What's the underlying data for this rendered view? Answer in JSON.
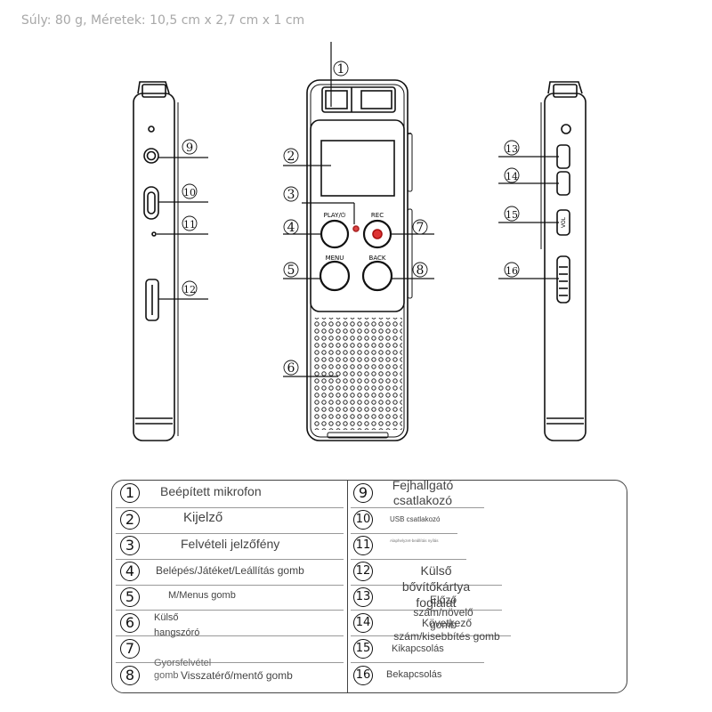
{
  "spec_text": "Súly: 80 g, Méretek: 10,5 cm x 2,7 cm x 1 cm",
  "callouts": [
    "1",
    "2",
    "3",
    "4",
    "5",
    "6",
    "7",
    "8",
    "9",
    "10",
    "11",
    "12",
    "13",
    "14",
    "15",
    "16"
  ],
  "device_labels": {
    "play": "PLAY/⏻",
    "rec": "REC",
    "menu": "MENU",
    "back": "BACK",
    "vol": "VOL"
  },
  "legend": {
    "left": [
      {
        "n": "1",
        "text": "Beépített mikrofon"
      },
      {
        "n": "2",
        "text": "Kijelző"
      },
      {
        "n": "3",
        "text": "Felvételi jelzőfény"
      },
      {
        "n": "4",
        "text": "Belépés/Játéket/Leállítás gomb"
      },
      {
        "n": "5",
        "text": "M/Menus gomb"
      },
      {
        "n": "6",
        "text": "Külső hangszóró"
      },
      {
        "n": "7",
        "text": "Gyorsfelvétel gomb"
      },
      {
        "n": "8",
        "text": "Visszatérő/mentő gomb"
      }
    ],
    "right": [
      {
        "n": "9",
        "text": "Fejhallgató csatlakozó"
      },
      {
        "n": "10",
        "text": "USB csatlakozó"
      },
      {
        "n": "11",
        "text": "Alaphelyzet-beállítás nyílás"
      },
      {
        "n": "12",
        "text": "Külső bővítőkártya foglalat"
      },
      {
        "n": "13",
        "text": "Előző szám/növelő gomb"
      },
      {
        "n": "14",
        "text": "Következő szám/kisebbítés gomb"
      },
      {
        "n": "15",
        "text": "Kikapcsolás"
      },
      {
        "n": "16",
        "text": "Bekapcsolás"
      }
    ]
  }
}
